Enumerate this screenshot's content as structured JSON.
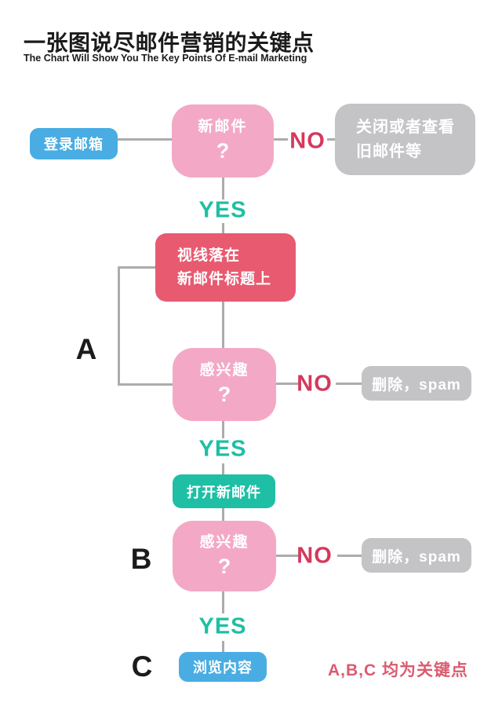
{
  "header": {
    "title": "一张图说尽邮件营销的关键点",
    "subtitle": "The Chart Will Show You The Key Points Of E-mail Marketing"
  },
  "colors": {
    "blue": "#49ADE3",
    "pink": "#F3A9C5",
    "red": "#E75A70",
    "teal": "#1EBFA5",
    "gray": "#C4C4C7",
    "no": "#D4395E",
    "line": "#ACACAC",
    "note": "#DB5B70",
    "ink": "#1B1B1B"
  },
  "flow": {
    "login_label": "登录邮箱",
    "q_new_mail": {
      "label": "新邮件",
      "mark": "?"
    },
    "no1": "NO",
    "gray1_line1": "关闭或者查看",
    "gray1_line2": "旧邮件等",
    "yes1": "YES",
    "focus_line1": "视线落在",
    "focus_line2": "新邮件标题上",
    "key_a": "A",
    "q_interest1": {
      "label": "感兴趣",
      "mark": "?"
    },
    "no2": "NO",
    "gray2_label": "删除，spam",
    "yes2": "YES",
    "open_label": "打开新邮件",
    "key_b": "B",
    "q_interest2": {
      "label": "感兴趣",
      "mark": "?"
    },
    "no3": "NO",
    "gray3_label": "删除，spam",
    "yes3": "YES",
    "key_c": "C",
    "browse_label": "浏览内容",
    "footnote": "A,B,C 均为关键点"
  }
}
